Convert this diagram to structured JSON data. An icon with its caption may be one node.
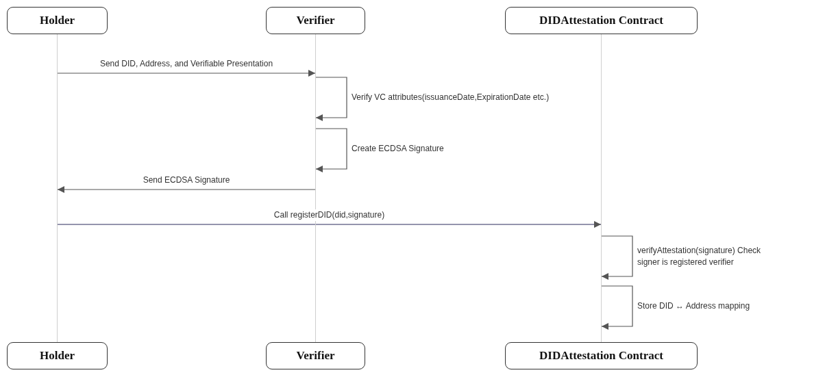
{
  "diagram": {
    "nodes": [
      {
        "text": [
          "Holder"
        ]
      },
      {
        "text": [
          "Verifier"
        ]
      },
      {
        "text": [
          "DIDAttestation Contract"
        ]
      },
      {
        "text": [
          "Holder"
        ]
      },
      {
        "text": [
          "Verifier"
        ]
      },
      {
        "text": [
          "DIDAttestation Contract"
        ]
      },
      {
        "text": [],
        "shape": "bar"
      },
      {
        "text": [],
        "shape": "bar"
      },
      {
        "text": [],
        "shape": "bar"
      }
    ],
    "edges": [
      {
        "from": 6,
        "to": 7,
        "arrow": "to",
        "label": "Send DID, Address, and Verifiable Presentation"
      },
      {
        "from": 7,
        "to": 7,
        "arrow": "to",
        "label": "Verify VC attributes(issuanceDate,ExpirationDate etc.)"
      },
      {
        "from": 7,
        "to": 7,
        "arrow": "to",
        "label": "Create ECDSA Signature"
      },
      {
        "from": 7,
        "to": 6,
        "arrow": "to",
        "label": "Send ECDSA Signature"
      },
      {
        "from": 6,
        "to": 8,
        "arrow": "to",
        "label": "Call registerDID(did,signature)",
        "color": "#2b2b5c"
      },
      {
        "from": 8,
        "to": 8,
        "arrow": "to",
        "label": "verifyAttestation(signature) Check signer is registered verifier"
      },
      {
        "from": 8,
        "to": 8,
        "arrow": "to",
        "label": "Store DID ↔ Address mapping"
      }
    ]
  }
}
